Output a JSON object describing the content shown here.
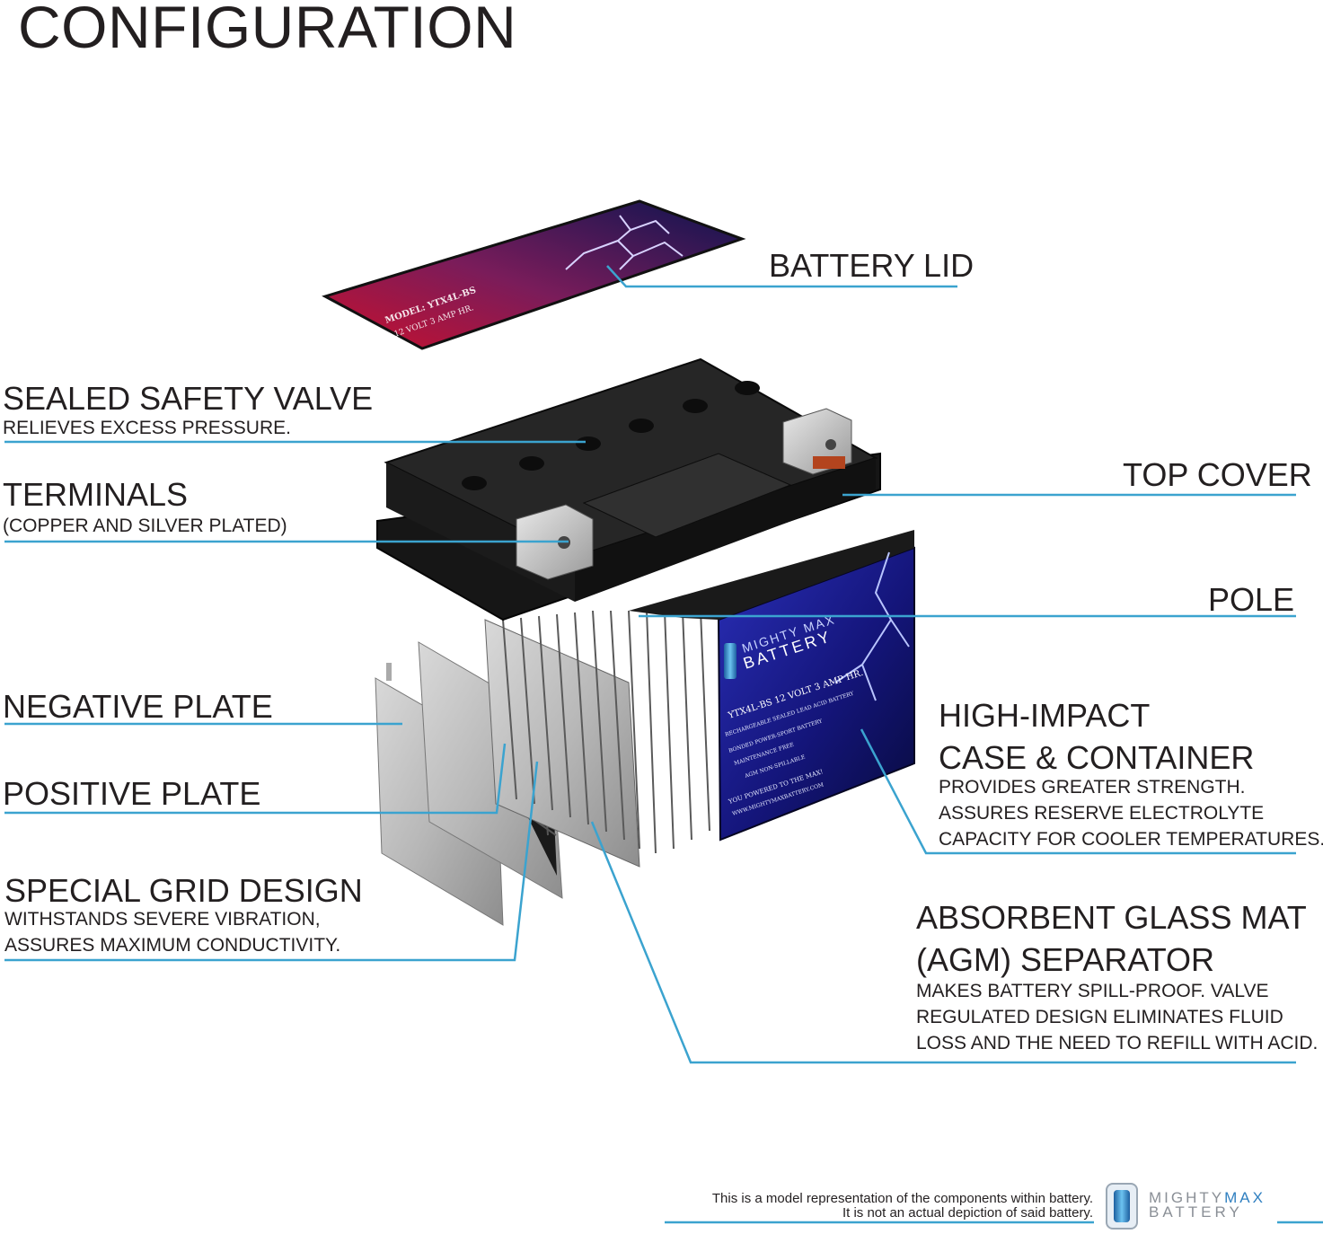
{
  "title": "CONFIGURATION",
  "labels": {
    "battery_lid": "BATTERY LID",
    "sealed_valve": "SEALED SAFETY VALVE",
    "sealed_valve_sub": "RELIEVES EXCESS PRESSURE.",
    "terminals": "TERMINALS",
    "terminals_sub": "(COPPER AND SILVER PLATED)",
    "top_cover": "TOP COVER",
    "pole": "POLE",
    "negative_plate": "NEGATIVE PLATE",
    "positive_plate": "POSITIVE PLATE",
    "grid_design": "SPECIAL GRID DESIGN",
    "grid_sub_1": "WITHSTANDS SEVERE VIBRATION,",
    "grid_sub_2": "ASSURES MAXIMUM CONDUCTIVITY.",
    "case_1": "HIGH-IMPACT",
    "case_2": "CASE & CONTAINER",
    "case_sub_1": "PROVIDES GREATER STRENGTH.",
    "case_sub_2": "ASSURES RESERVE ELECTROLYTE",
    "case_sub_3": "CAPACITY FOR COOLER TEMPERATURES.",
    "agm_1": "ABSORBENT GLASS MAT",
    "agm_2": "(AGM) SEPARATOR",
    "agm_sub_1": "MAKES BATTERY SPILL-PROOF. VALVE",
    "agm_sub_2": "REGULATED DESIGN ELIMINATES FLUID",
    "agm_sub_3": "LOSS AND THE NEED TO REFILL WITH ACID."
  },
  "battery": {
    "lid_model": "MODEL: YTX4L-BS",
    "lid_spec": "12 VOLT 3 AMP HR.",
    "case_brand_1": "MIGHTY MAX",
    "case_brand_2": "BATTERY",
    "case_model": "YTX4L-BS 12 VOLT 3 AMP HR.",
    "case_line_1": "RECHARGEABLE SEALED LEAD ACID BATTERY",
    "case_line_2": "BONDED POWER-SPORT BATTERY",
    "case_line_3": "MAINTENANCE FREE",
    "case_line_4": "AGM NON-SPILLABLE",
    "case_line_5": "YOU POWERED TO THE MAX!",
    "case_url": "WWW.MIGHTYMAXBATTERY.COM"
  },
  "footer": {
    "note_1": "This is a model representation of the components within battery.",
    "note_2": "It is not an actual depiction of said battery.",
    "logo_1a": "MIGHTY",
    "logo_1b": "MAX",
    "logo_2": "BATTERY"
  },
  "colors": {
    "leader": "#3ba3cf",
    "text": "#231f20",
    "brand_blue": "#2f7fc0"
  },
  "icons": {
    "logo": "battery-cell-icon"
  }
}
